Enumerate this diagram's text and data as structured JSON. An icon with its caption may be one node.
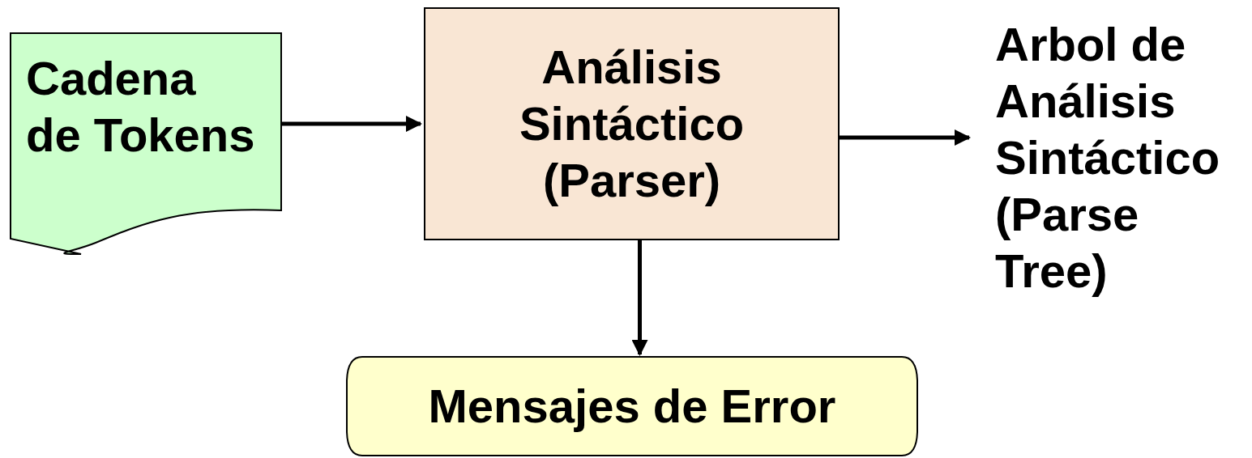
{
  "diagram": {
    "nodes": [
      {
        "text": [
          "Cadena de Tokens"
        ]
      },
      {
        "text": [
          "Análisis Sintáctico (Parser)"
        ]
      },
      {
        "text": [
          "Arbol de Análisis Sintáctico (Parse Tree)"
        ]
      },
      {
        "text": [
          "Mensajes de Error"
        ]
      }
    ],
    "edges": [
      {
        "from": 0,
        "to": 1,
        "arrow": "to"
      },
      {
        "from": 1,
        "to": 2,
        "arrow": "to"
      },
      {
        "from": 1,
        "to": 3,
        "arrow": "to"
      }
    ]
  }
}
